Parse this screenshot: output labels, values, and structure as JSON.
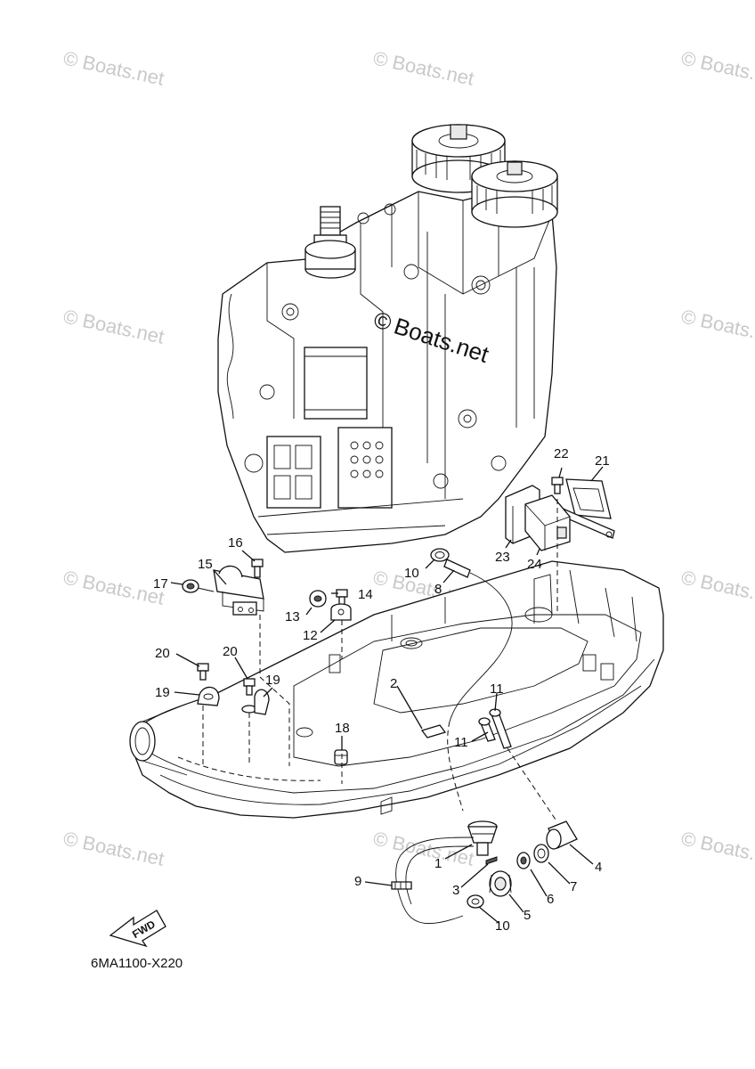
{
  "watermark": {
    "text": "Boats.net",
    "center_text": "Boats.net",
    "symbol": "©"
  },
  "diagram_code": "6MA1100-X220",
  "fwd_label": "FWD",
  "callouts": [
    {
      "id": "c1",
      "text": "1"
    },
    {
      "id": "c2",
      "text": "2"
    },
    {
      "id": "c3",
      "text": "3"
    },
    {
      "id": "c4",
      "text": "4"
    },
    {
      "id": "c5",
      "text": "5"
    },
    {
      "id": "c6",
      "text": "6"
    },
    {
      "id": "c7",
      "text": "7"
    },
    {
      "id": "c8",
      "text": "8"
    },
    {
      "id": "c9",
      "text": "9"
    },
    {
      "id": "c10a",
      "text": "10"
    },
    {
      "id": "c10b",
      "text": "10"
    },
    {
      "id": "c11a",
      "text": "11"
    },
    {
      "id": "c11b",
      "text": "11"
    },
    {
      "id": "c12",
      "text": "12"
    },
    {
      "id": "c13",
      "text": "13"
    },
    {
      "id": "c14",
      "text": "14"
    },
    {
      "id": "c15",
      "text": "15"
    },
    {
      "id": "c16",
      "text": "16"
    },
    {
      "id": "c17",
      "text": "17"
    },
    {
      "id": "c18",
      "text": "18"
    },
    {
      "id": "c19a",
      "text": "19"
    },
    {
      "id": "c19b",
      "text": "19"
    },
    {
      "id": "c20a",
      "text": "20"
    },
    {
      "id": "c20b",
      "text": "20"
    },
    {
      "id": "c21",
      "text": "21"
    },
    {
      "id": "c22",
      "text": "22"
    },
    {
      "id": "c23",
      "text": "23"
    },
    {
      "id": "c24",
      "text": "24"
    }
  ]
}
